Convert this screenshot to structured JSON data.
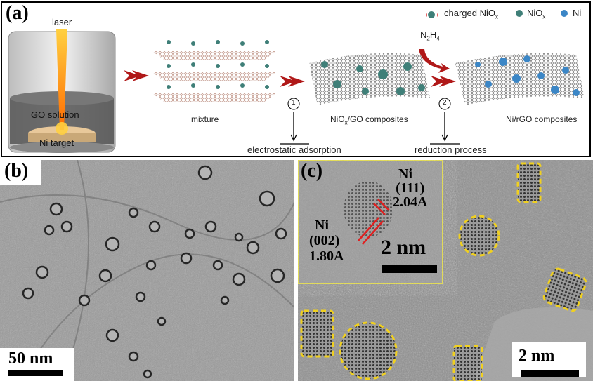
{
  "panel_a": {
    "label": "(a)",
    "laser": "laser",
    "go_solution": "GO solution",
    "ni_target": "Ni target",
    "mixture": "mixture",
    "step1": "1",
    "step2": "2",
    "composite1": {
      "prefix": "NiO",
      "sub": "x",
      "suffix": "/GO composites"
    },
    "composite2": "Ni/rGO composites",
    "electrostatic": "electrostatic adsorption",
    "reduction": "reduction process",
    "reagent": {
      "a": "N",
      "a_sub": "2",
      "b": "H",
      "b_sub": "4"
    },
    "legend": {
      "charged": {
        "text": "charged NiO",
        "sub": "x"
      },
      "nio": {
        "text": "NiO",
        "sub": "x"
      },
      "ni": {
        "text": "Ni"
      }
    },
    "colors": {
      "arrow": "#b01818",
      "nio": "#3f7f78",
      "ni": "#3b86c6",
      "laser": "#ff9a1a"
    }
  },
  "panel_b": {
    "label": "(b)",
    "scale": "50 nm"
  },
  "panel_c": {
    "label": "(c)",
    "scale": "2 nm",
    "inset": {
      "ni111": {
        "el": "Ni",
        "plane": "(111)",
        "d": "2.04A"
      },
      "ni002": {
        "el": "Ni",
        "plane": "(002)",
        "d": "1.80A"
      },
      "scale": "2 nm"
    }
  }
}
